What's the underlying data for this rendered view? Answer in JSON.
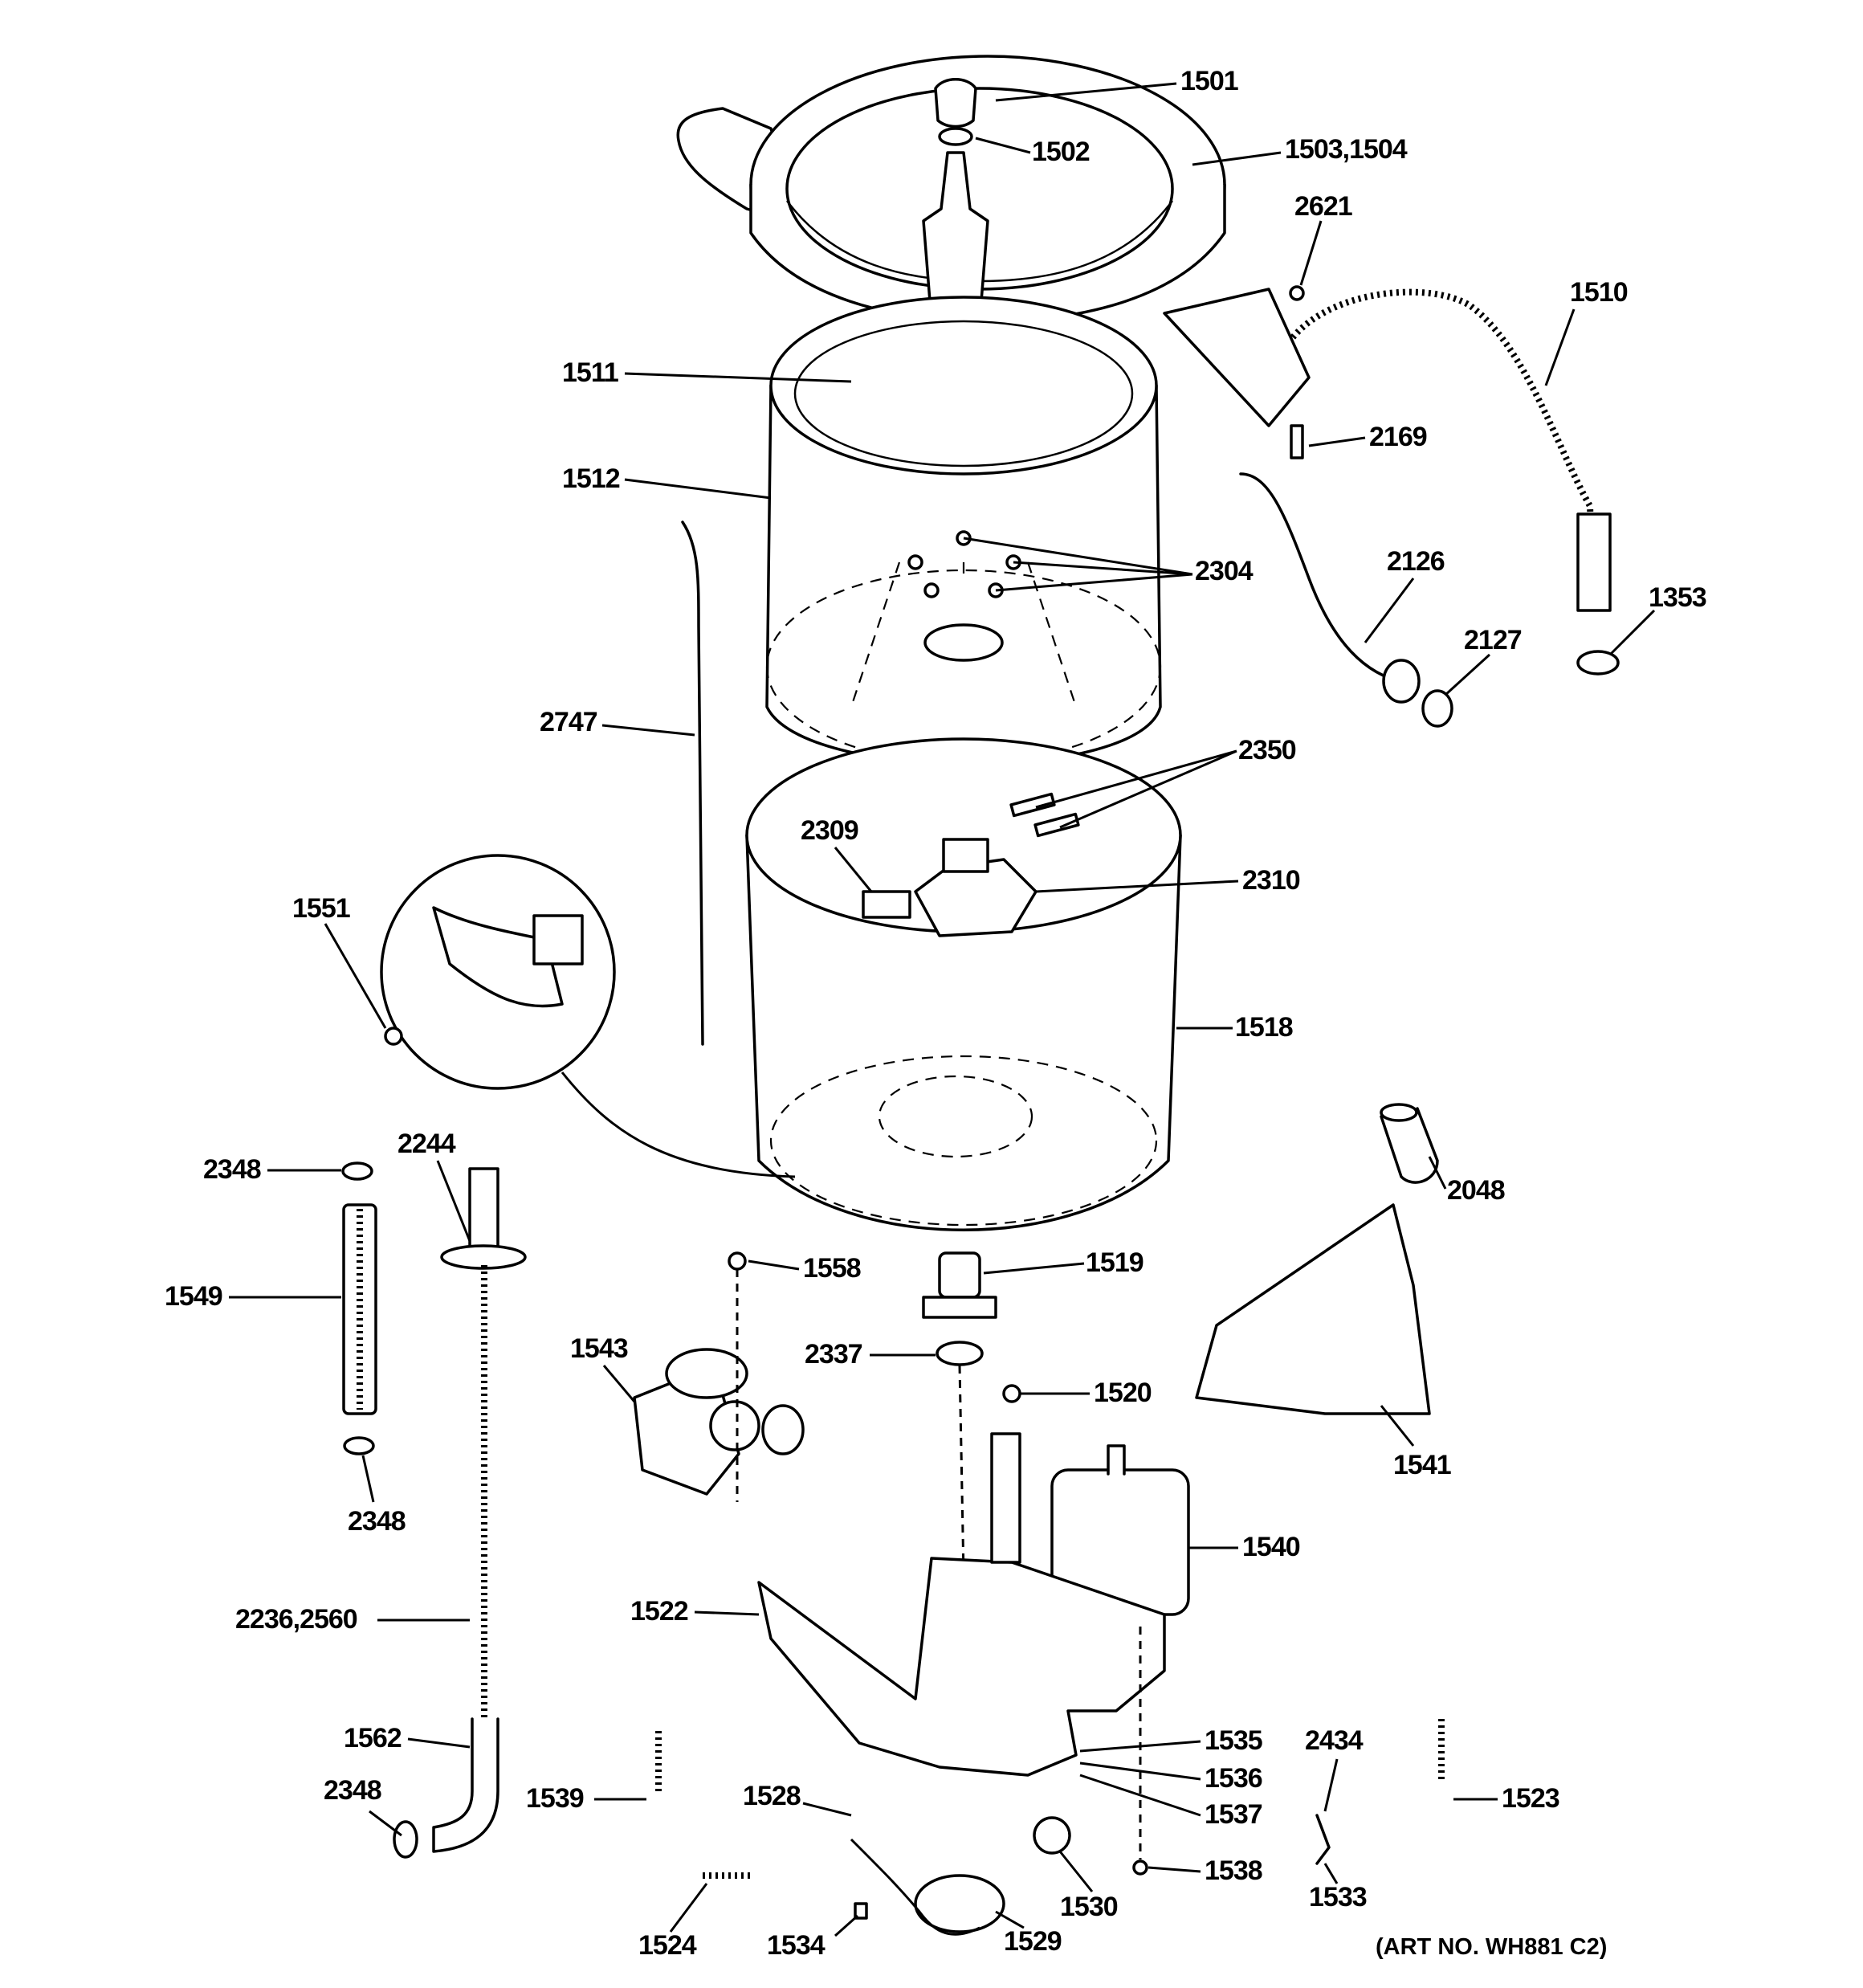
{
  "parts": [
    {
      "id": "p1501",
      "label": "1501"
    },
    {
      "id": "p1502",
      "label": "1502"
    },
    {
      "id": "p1503",
      "label": "1503,1504"
    },
    {
      "id": "p2621",
      "label": "2621"
    },
    {
      "id": "p1510",
      "label": "1510"
    },
    {
      "id": "p1511",
      "label": "1511"
    },
    {
      "id": "p2169",
      "label": "2169"
    },
    {
      "id": "p1512",
      "label": "1512"
    },
    {
      "id": "p2304",
      "label": "2304"
    },
    {
      "id": "p2126",
      "label": "2126"
    },
    {
      "id": "p1353",
      "label": "1353"
    },
    {
      "id": "p2127",
      "label": "2127"
    },
    {
      "id": "p2747",
      "label": "2747"
    },
    {
      "id": "p2350",
      "label": "2350"
    },
    {
      "id": "p2309",
      "label": "2309"
    },
    {
      "id": "p2310",
      "label": "2310"
    },
    {
      "id": "p1551",
      "label": "1551"
    },
    {
      "id": "p1518",
      "label": "1518"
    },
    {
      "id": "p2348a",
      "label": "2348"
    },
    {
      "id": "p2244",
      "label": "2244"
    },
    {
      "id": "p2048",
      "label": "2048"
    },
    {
      "id": "p1549",
      "label": "1549"
    },
    {
      "id": "p1558",
      "label": "1558"
    },
    {
      "id": "p1519",
      "label": "1519"
    },
    {
      "id": "p1543",
      "label": "1543"
    },
    {
      "id": "p2337",
      "label": "2337"
    },
    {
      "id": "p1520",
      "label": "1520"
    },
    {
      "id": "p1541",
      "label": "1541"
    },
    {
      "id": "p2348b",
      "label": "2348"
    },
    {
      "id": "p1540",
      "label": "1540"
    },
    {
      "id": "p2236",
      "label": "2236,2560"
    },
    {
      "id": "p1522",
      "label": "1522"
    },
    {
      "id": "p1562",
      "label": "1562"
    },
    {
      "id": "p1535",
      "label": "1535"
    },
    {
      "id": "p2434",
      "label": "2434"
    },
    {
      "id": "p1536",
      "label": "1536"
    },
    {
      "id": "p2348c",
      "label": "2348"
    },
    {
      "id": "p1539",
      "label": "1539"
    },
    {
      "id": "p1528",
      "label": "1528"
    },
    {
      "id": "p1537",
      "label": "1537"
    },
    {
      "id": "p1523",
      "label": "1523"
    },
    {
      "id": "p1538",
      "label": "1538"
    },
    {
      "id": "p1530",
      "label": "1530"
    },
    {
      "id": "p1533",
      "label": "1533"
    },
    {
      "id": "p1524",
      "label": "1524"
    },
    {
      "id": "p1534",
      "label": "1534"
    },
    {
      "id": "p1529",
      "label": "1529"
    }
  ],
  "art_number": "(ART NO. WH881 C2)"
}
